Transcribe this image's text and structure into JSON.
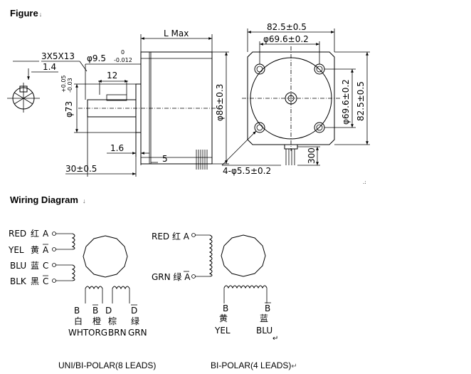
{
  "figure": {
    "title": "Figure",
    "title_mark": "↓",
    "dims": {
      "l_max": "L Max",
      "shaft_key": "3X5X13",
      "shaft_dia": "φ9.5",
      "shaft_tol_upper": "0",
      "shaft_tol_lower": "-0.012",
      "key_depth": "1.4",
      "key_len": "12",
      "pilot_dia": "φ73",
      "pilot_tol_upper": "+0.05",
      "pilot_tol_lower": "-0.03",
      "flange_thk": "1.6",
      "flange_len": "5",
      "shaft_len": "30±0.5",
      "body_dia": "φ86±0.3",
      "square_top": "82.5±0.5",
      "bolt_circle_top": "φ69.6±0.2",
      "bolt_circle_side": "φ69.6±0.2",
      "square_side": "82.5±0.5",
      "holes": "4-φ5.5±0.2",
      "lead_len": "300"
    }
  },
  "wiring": {
    "title": "Wiring Diagram",
    "title_mark": "↓",
    "uni": {
      "leads": [
        {
          "color": "RED",
          "cn": "红",
          "phase": "A"
        },
        {
          "color": "YEL",
          "cn": "黄",
          "phase": "A"
        },
        {
          "color": "BLU",
          "cn": "蓝",
          "phase": "C"
        },
        {
          "color": "BLK",
          "cn": "黑",
          "phase": "C"
        }
      ],
      "bottom": [
        {
          "phase": "B",
          "cn": "白",
          "color": "WHT"
        },
        {
          "phase": "B",
          "cn": "橙",
          "color": "ORG"
        },
        {
          "phase": "D",
          "cn": "棕",
          "color": "BRN"
        },
        {
          "phase": "D",
          "cn": "绿",
          "color": "GRN"
        }
      ],
      "caption": "UNI/BI-POLAR(8 LEADS)"
    },
    "bi": {
      "leads": [
        {
          "label": "RED 红 A"
        },
        {
          "label": "GRN 绿 A"
        }
      ],
      "bottom": [
        {
          "phase": "B",
          "cn": "黄",
          "color": "YEL"
        },
        {
          "phase": "B",
          "cn": "蓝",
          "color": "BLU"
        }
      ],
      "caption": "BI-POLAR(4 LEADS)",
      "caption_mark": "↵",
      "end_mark": "↵"
    }
  }
}
